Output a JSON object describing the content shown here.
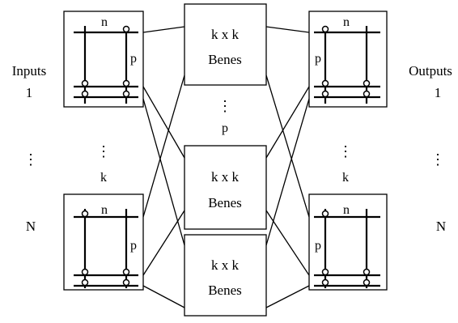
{
  "left": {
    "title": "Inputs",
    "first": "1",
    "last": "N",
    "mid_label": "k"
  },
  "right": {
    "title": "Outputs",
    "first": "1",
    "last": "N",
    "mid_label": "k"
  },
  "switch_labels": {
    "n": "n",
    "p": "p"
  },
  "benes": {
    "line1": "k x k",
    "line2": "Benes",
    "count_label": "p"
  },
  "ellipsis": "⋮"
}
